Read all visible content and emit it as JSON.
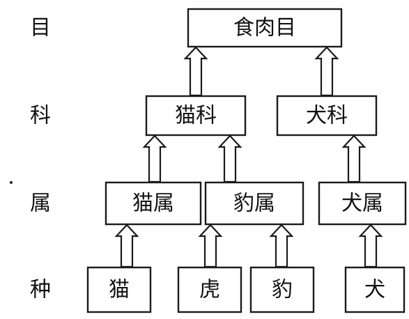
{
  "levels": [
    {
      "id": "order",
      "label": "目"
    },
    {
      "id": "family",
      "label": "科"
    },
    {
      "id": "genus",
      "label": "属"
    },
    {
      "id": "species",
      "label": "种"
    }
  ],
  "nodes": [
    {
      "id": "carnivora",
      "label": "食肉目",
      "level": "order"
    },
    {
      "id": "felidae",
      "label": "猫科",
      "level": "family"
    },
    {
      "id": "canidae",
      "label": "犬科",
      "level": "family"
    },
    {
      "id": "felis",
      "label": "猫属",
      "level": "genus"
    },
    {
      "id": "panthera",
      "label": "豹属",
      "level": "genus"
    },
    {
      "id": "canis",
      "label": "犬属",
      "level": "genus"
    },
    {
      "id": "cat",
      "label": "猫",
      "level": "species"
    },
    {
      "id": "tiger",
      "label": "虎",
      "level": "species"
    },
    {
      "id": "leopard",
      "label": "豹",
      "level": "species"
    },
    {
      "id": "dog",
      "label": "犬",
      "level": "species"
    }
  ],
  "edges": [
    {
      "from": "felidae",
      "to": "carnivora"
    },
    {
      "from": "canidae",
      "to": "carnivora"
    },
    {
      "from": "felis",
      "to": "felidae"
    },
    {
      "from": "panthera",
      "to": "felidae"
    },
    {
      "from": "canis",
      "to": "canidae"
    },
    {
      "from": "cat",
      "to": "felis"
    },
    {
      "from": "tiger",
      "to": "panthera"
    },
    {
      "from": "leopard",
      "to": "panthera"
    },
    {
      "from": "dog",
      "to": "canis"
    }
  ]
}
